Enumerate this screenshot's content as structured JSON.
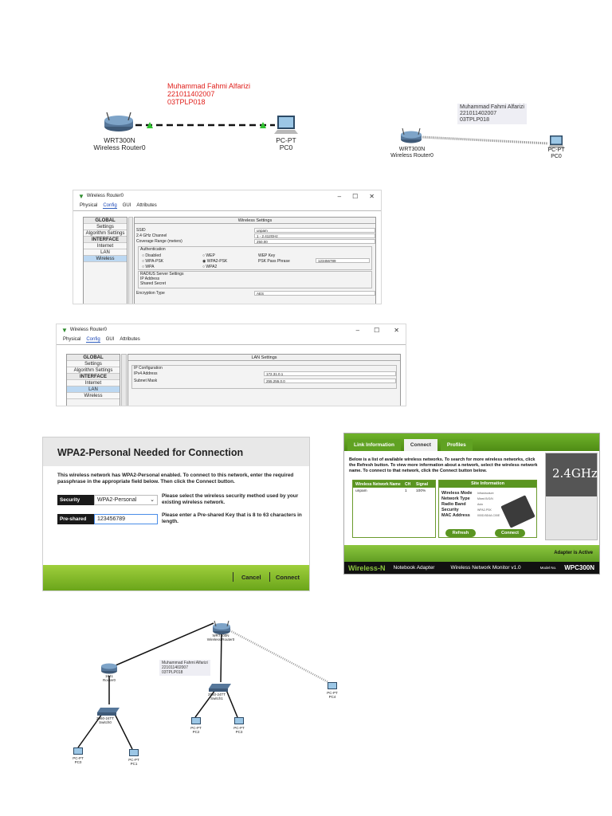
{
  "diagram1": {
    "annotation": [
      "Muhammad Fahmi Alfarizi",
      "221011402007",
      "03TPLP018"
    ],
    "router": {
      "model": "WRT300N",
      "name": "Wireless Router0"
    },
    "pc": {
      "type": "PC-PT",
      "name": "PC0"
    }
  },
  "diagram2": {
    "annotation": [
      "Muhammad Fahmi Alfarizi",
      "221011402007",
      "03TPLP018"
    ],
    "router": {
      "model": "WRT300N",
      "name": "Wireless Router0"
    },
    "pc": {
      "type": "PC-PT",
      "name": "PC0"
    }
  },
  "window1": {
    "title": "Wireless Router0",
    "tabs": [
      "Physical",
      "Config",
      "GUI",
      "Attributes"
    ],
    "nav": [
      "GLOBAL",
      "Settings",
      "Algorithm Settings",
      "INTERFACE",
      "Internet",
      "LAN",
      "Wireless"
    ],
    "section": "Wireless Settings",
    "ssid_label": "SSID",
    "ssid_value": "unpam",
    "channel_label": "2.4 GHz Channel",
    "channel_value": "1 - 2.412GHz",
    "coverage_label": "Coverage Range (meters)",
    "coverage_value": "250.00",
    "auth_label": "Authentication",
    "auth_opts": [
      "Disabled",
      "WEP",
      "WPA-PSK",
      "WPA2-PSK",
      "WPA",
      "WPA2"
    ],
    "wep_key_label": "WEP Key",
    "psk_label": "PSK Pass Phrase",
    "psk_value": "123456789",
    "radius_label": "RADIUS Server Settings",
    "ip_label": "IP Address",
    "secret_label": "Shared Secret",
    "enc_label": "Encryption Type",
    "enc_value": "AES"
  },
  "window2": {
    "title": "Wireless Router0",
    "tabs": [
      "Physical",
      "Config",
      "GUI",
      "Attributes"
    ],
    "nav": [
      "GLOBAL",
      "Settings",
      "Algorithm Settings",
      "INTERFACE",
      "Internet",
      "LAN",
      "Wireless"
    ],
    "section": "LAN Settings",
    "ipconf_label": "IP Configuration",
    "ipv4_label": "IPv4 Address",
    "ipv4_value": "172.31.0.1",
    "mask_label": "Subnet Mask",
    "mask_value": "255.255.0.0"
  },
  "wpa_dialog": {
    "title": "WPA2-Personal Needed for Connection",
    "intro": "This wireless network has WPA2-Personal enabled. To connect to this network, enter the required passphrase in the appropriate field below. Then click the Connect button.",
    "security_label": "Security",
    "security_value": "WPA2-Personal",
    "security_desc": "Please select the wireless security method used by your existing wireless network.",
    "key_label": "Pre-shared Key",
    "key_value": "123456789",
    "key_desc": "Please enter a Pre-shared Key that is 8 to 63 characters in length.",
    "cancel": "Cancel",
    "connect": "Connect"
  },
  "monitor": {
    "tabs": [
      "Link Information",
      "Connect",
      "Profiles"
    ],
    "desc": "Below is a list of available wireless networks. To search for more wireless networks, click the Refresh button. To view more information about a network, select the wireless network name. To connect to that network, click the Connect button below.",
    "list_headers": [
      "Wireless Network Name",
      "CH",
      "Signal"
    ],
    "list_row": {
      "name": "unpam",
      "ch": "1",
      "signal": "100%"
    },
    "site_title": "Site Information",
    "site": [
      {
        "k": "Wireless Mode",
        "v": "Infrastructure"
      },
      {
        "k": "Network Type",
        "v": "Mixed B/G/N"
      },
      {
        "k": "Radio Band",
        "v": "Auto"
      },
      {
        "k": "Security",
        "v": "WPA2-PSK"
      },
      {
        "k": "MAC Address",
        "v": "000D.BD4A.C00E"
      }
    ],
    "refresh": "Refresh",
    "connect": "Connect",
    "ghz": "2.4GHz",
    "adapter_status": "Adapter is Active",
    "brand": "Wireless-N",
    "adapter": "Notebook Adapter",
    "monitor_name": "Wireless Network Monitor  v1.0",
    "model_label": "Model No.",
    "model": "WPC300N"
  },
  "diagram3": {
    "annotation": [
      "Muhammad Fahmi Alfarizi",
      "221011402007",
      "03TPLP018"
    ],
    "wrouter": [
      "WRT300N",
      "Wireless Router0"
    ],
    "router": [
      "1841",
      "Router0"
    ],
    "switch1": [
      "2960-24TT",
      "Switch0"
    ],
    "switch2": [
      "2960-24TT",
      "Switch1"
    ],
    "pcs": [
      {
        "t": "PC-PT",
        "n": "PC0"
      },
      {
        "t": "PC-PT",
        "n": "PC1"
      },
      {
        "t": "PC-PT",
        "n": "PC2"
      },
      {
        "t": "PC-PT",
        "n": "PC3"
      },
      {
        "t": "PC-PT",
        "n": "PC4"
      }
    ]
  }
}
